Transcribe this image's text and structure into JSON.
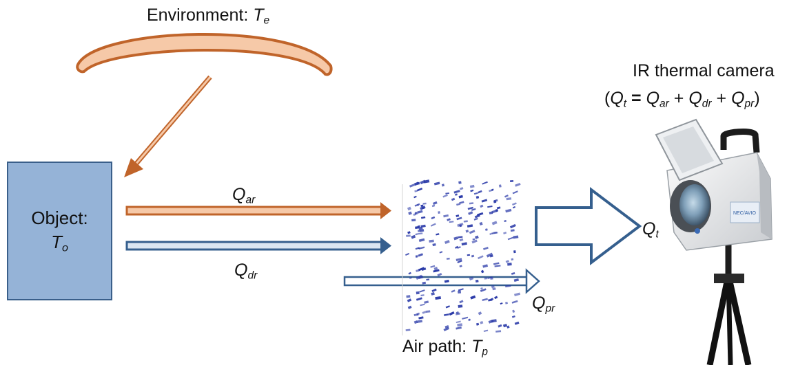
{
  "environment": {
    "prefix": "Environment: ",
    "symbol": "T",
    "sub": "e"
  },
  "object": {
    "line1": "Object:",
    "symbol": "T",
    "sub": "o"
  },
  "air_path": {
    "prefix": "Air path: ",
    "symbol": "T",
    "sub": "p"
  },
  "camera": {
    "title": "IR thermal camera",
    "eq_open": "(",
    "qt_sub": "t",
    "equals": " = ",
    "qar_sub": "ar",
    "plus": " + ",
    "qdr_sub": "dr",
    "qpr_sub": "pr",
    "eq_close": ")",
    "brand_text": "NEC/AVIO"
  },
  "flows": {
    "q": "Q",
    "ar": "ar",
    "dr": "dr",
    "pr": "pr",
    "t": "t"
  },
  "colors": {
    "reflected": "#c0642a",
    "reflected_light": "#f6c9a8",
    "direct": "#355f8e",
    "object_fill": "#95b3d7",
    "particles": "#2a3aa8"
  }
}
